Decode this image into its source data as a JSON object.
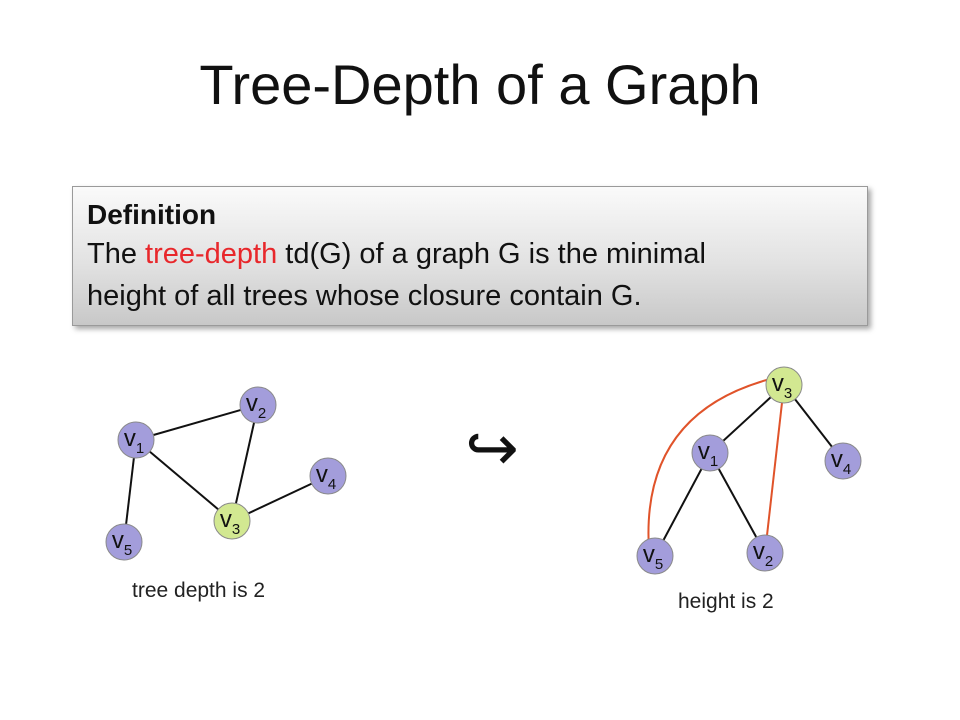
{
  "slide": {
    "title": "Tree-Depth of a Graph"
  },
  "definition": {
    "heading": "Definition",
    "text_before": "The ",
    "term": "tree-depth",
    "text_after_term": " td(G) of a graph G is the minimal",
    "line2": "height of all trees whose closure contain G."
  },
  "colors": {
    "node_default": "#a39ddb",
    "node_highlight": "#d2e891",
    "edge_default": "#111111",
    "edge_closure": "#e0532a",
    "accent_text": "#e8272b"
  },
  "graph_left": {
    "caption": "tree depth is 2",
    "nodes": [
      {
        "id": "v1",
        "base": "v",
        "sub": "1",
        "highlight": false
      },
      {
        "id": "v2",
        "base": "v",
        "sub": "2",
        "highlight": false
      },
      {
        "id": "v3",
        "base": "v",
        "sub": "3",
        "highlight": true
      },
      {
        "id": "v4",
        "base": "v",
        "sub": "4",
        "highlight": false
      },
      {
        "id": "v5",
        "base": "v",
        "sub": "5",
        "highlight": false
      }
    ],
    "edges": [
      [
        "v1",
        "v2"
      ],
      [
        "v1",
        "v3"
      ],
      [
        "v2",
        "v3"
      ],
      [
        "v3",
        "v4"
      ],
      [
        "v1",
        "v5"
      ]
    ]
  },
  "arrow": {
    "symbol": "↪"
  },
  "graph_right": {
    "caption": "height is 2",
    "nodes": [
      {
        "id": "v1",
        "base": "v",
        "sub": "1",
        "highlight": false
      },
      {
        "id": "v2",
        "base": "v",
        "sub": "2",
        "highlight": false
      },
      {
        "id": "v3",
        "base": "v",
        "sub": "3",
        "highlight": true
      },
      {
        "id": "v4",
        "base": "v",
        "sub": "4",
        "highlight": false
      },
      {
        "id": "v5",
        "base": "v",
        "sub": "5",
        "highlight": false
      }
    ],
    "tree_edges": [
      [
        "v3",
        "v1"
      ],
      [
        "v3",
        "v4"
      ],
      [
        "v1",
        "v5"
      ],
      [
        "v1",
        "v2"
      ]
    ],
    "closure_edges": [
      [
        "v3",
        "v5"
      ],
      [
        "v3",
        "v2"
      ]
    ]
  }
}
